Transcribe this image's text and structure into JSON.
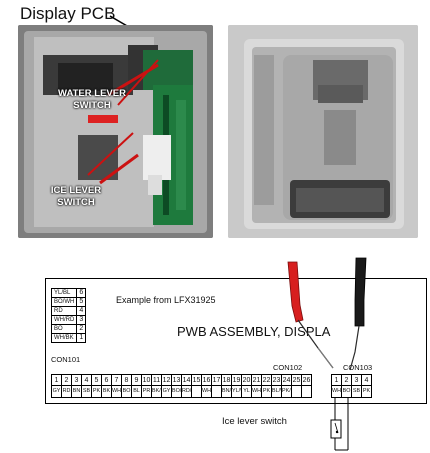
{
  "top_title": "Display PCB",
  "left_photo": {
    "labels": {
      "water_lever": "WATER LEVER\nSWITCH",
      "ice_lever": "ICE LEVER\nSWITCH"
    }
  },
  "diagram": {
    "example_text": "Example from LFX31925",
    "assembly_text": "PWB ASSEMBLY, DISPLA",
    "con101_label": "CON101",
    "con102_label": "CON102",
    "con103_label": "CON103",
    "con101_rows": [
      {
        "color": "YL/BL",
        "pin": "6"
      },
      {
        "color": "BO/WH",
        "pin": "5"
      },
      {
        "color": "RD",
        "pin": "4"
      },
      {
        "color": "WH/RD",
        "pin": "3"
      },
      {
        "color": "BO",
        "pin": "2"
      },
      {
        "color": "WH/BK",
        "pin": "1"
      }
    ],
    "con102_pins": [
      "1",
      "2",
      "3",
      "4",
      "5",
      "6",
      "7",
      "8",
      "9",
      "10",
      "11",
      "12",
      "13",
      "14",
      "15",
      "16",
      "17",
      "18",
      "19",
      "20",
      "21",
      "22",
      "23",
      "24",
      "25",
      "26"
    ],
    "con102_colors": [
      "GY",
      "RD",
      "BN",
      "SB",
      "PK",
      "BK",
      "WH/RD",
      "BO",
      "BL",
      "PR",
      "BK/WH",
      "GY",
      "BO/WH",
      "RD/BK",
      "",
      "WH",
      "",
      "BN/WH",
      "YL/WH",
      "YL",
      "WH",
      "PK",
      "BL/WH",
      "PK/BK",
      "",
      ""
    ],
    "con103_pins": [
      "1",
      "2",
      "3",
      "4"
    ],
    "con103_colors": [
      "WH",
      "BO",
      "SB",
      "PK"
    ],
    "switch_caption": "Ice lever switch"
  }
}
